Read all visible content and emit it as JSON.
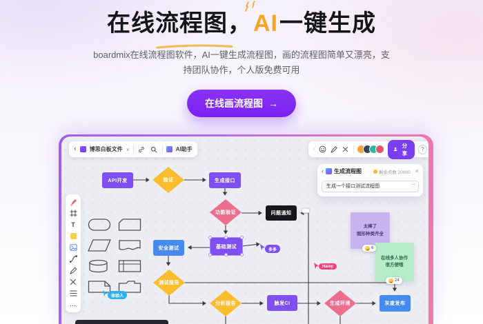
{
  "hero": {
    "title_prefix": "在线流程图，",
    "title_highlight": "AI",
    "title_suffix": "一键生成",
    "subtitle": "boardmix在线流程图软件，AI一键生成流程图，画的流程图简单又漂亮，支持团队协作，个人版免费可用",
    "cta_label": "在线画流程图",
    "cta_arrow": "→"
  },
  "editor": {
    "topbar": {
      "back": "‹",
      "doc_title": "博思白板文件",
      "dropdown": "∨",
      "ai_assistant": "AI助手",
      "share_label": "分享",
      "help": "?"
    },
    "ai_panel": {
      "back": "‹",
      "title": "生成流程图",
      "credits": "剩余点数 20000",
      "close": "×",
      "input_value": "生成一个接口测试流程图",
      "send": "→"
    },
    "nodes": {
      "api_dev": "API开发",
      "verify": "验证",
      "gen_api": "生成接口",
      "func_verify": "功能验证",
      "issue_notify": "问题通知",
      "security_test": "安全测试",
      "basic_test": "基础测试",
      "test_report": "测试报告",
      "analyze_report": "分析报告",
      "trigger_ci": "触发CI",
      "build_env": "生成环境",
      "gray_release": "灰度发布"
    },
    "cursors": {
      "c1": "多多",
      "c2": "Haley",
      "c3": "体验人"
    },
    "stickies": {
      "purple": {
        "line1": "太棒了",
        "line2": "图形种类齐全",
        "emoji_icon": "laughing-face",
        "count": "6"
      },
      "green": {
        "line1": "在线多人协作",
        "line2": "很方便哦",
        "emoji_icon": "laughing-face",
        "count": "24"
      }
    },
    "tools_more": "…"
  },
  "colors": {
    "accent_purple": "#7b2ff5",
    "highlight_yellow": "#f5a623",
    "node_purple": "#7e50f2",
    "node_blue": "#478af0",
    "node_yellow": "#f9bd2f",
    "node_pink": "#ee6e8e",
    "node_black": "#17171b",
    "sticky_purple": "#c9b4f0",
    "sticky_green": "#b9ecca",
    "avatar_colors": [
      "#f2a33c",
      "#3a3f5c",
      "#2fb7a3",
      "#e2556b"
    ]
  }
}
